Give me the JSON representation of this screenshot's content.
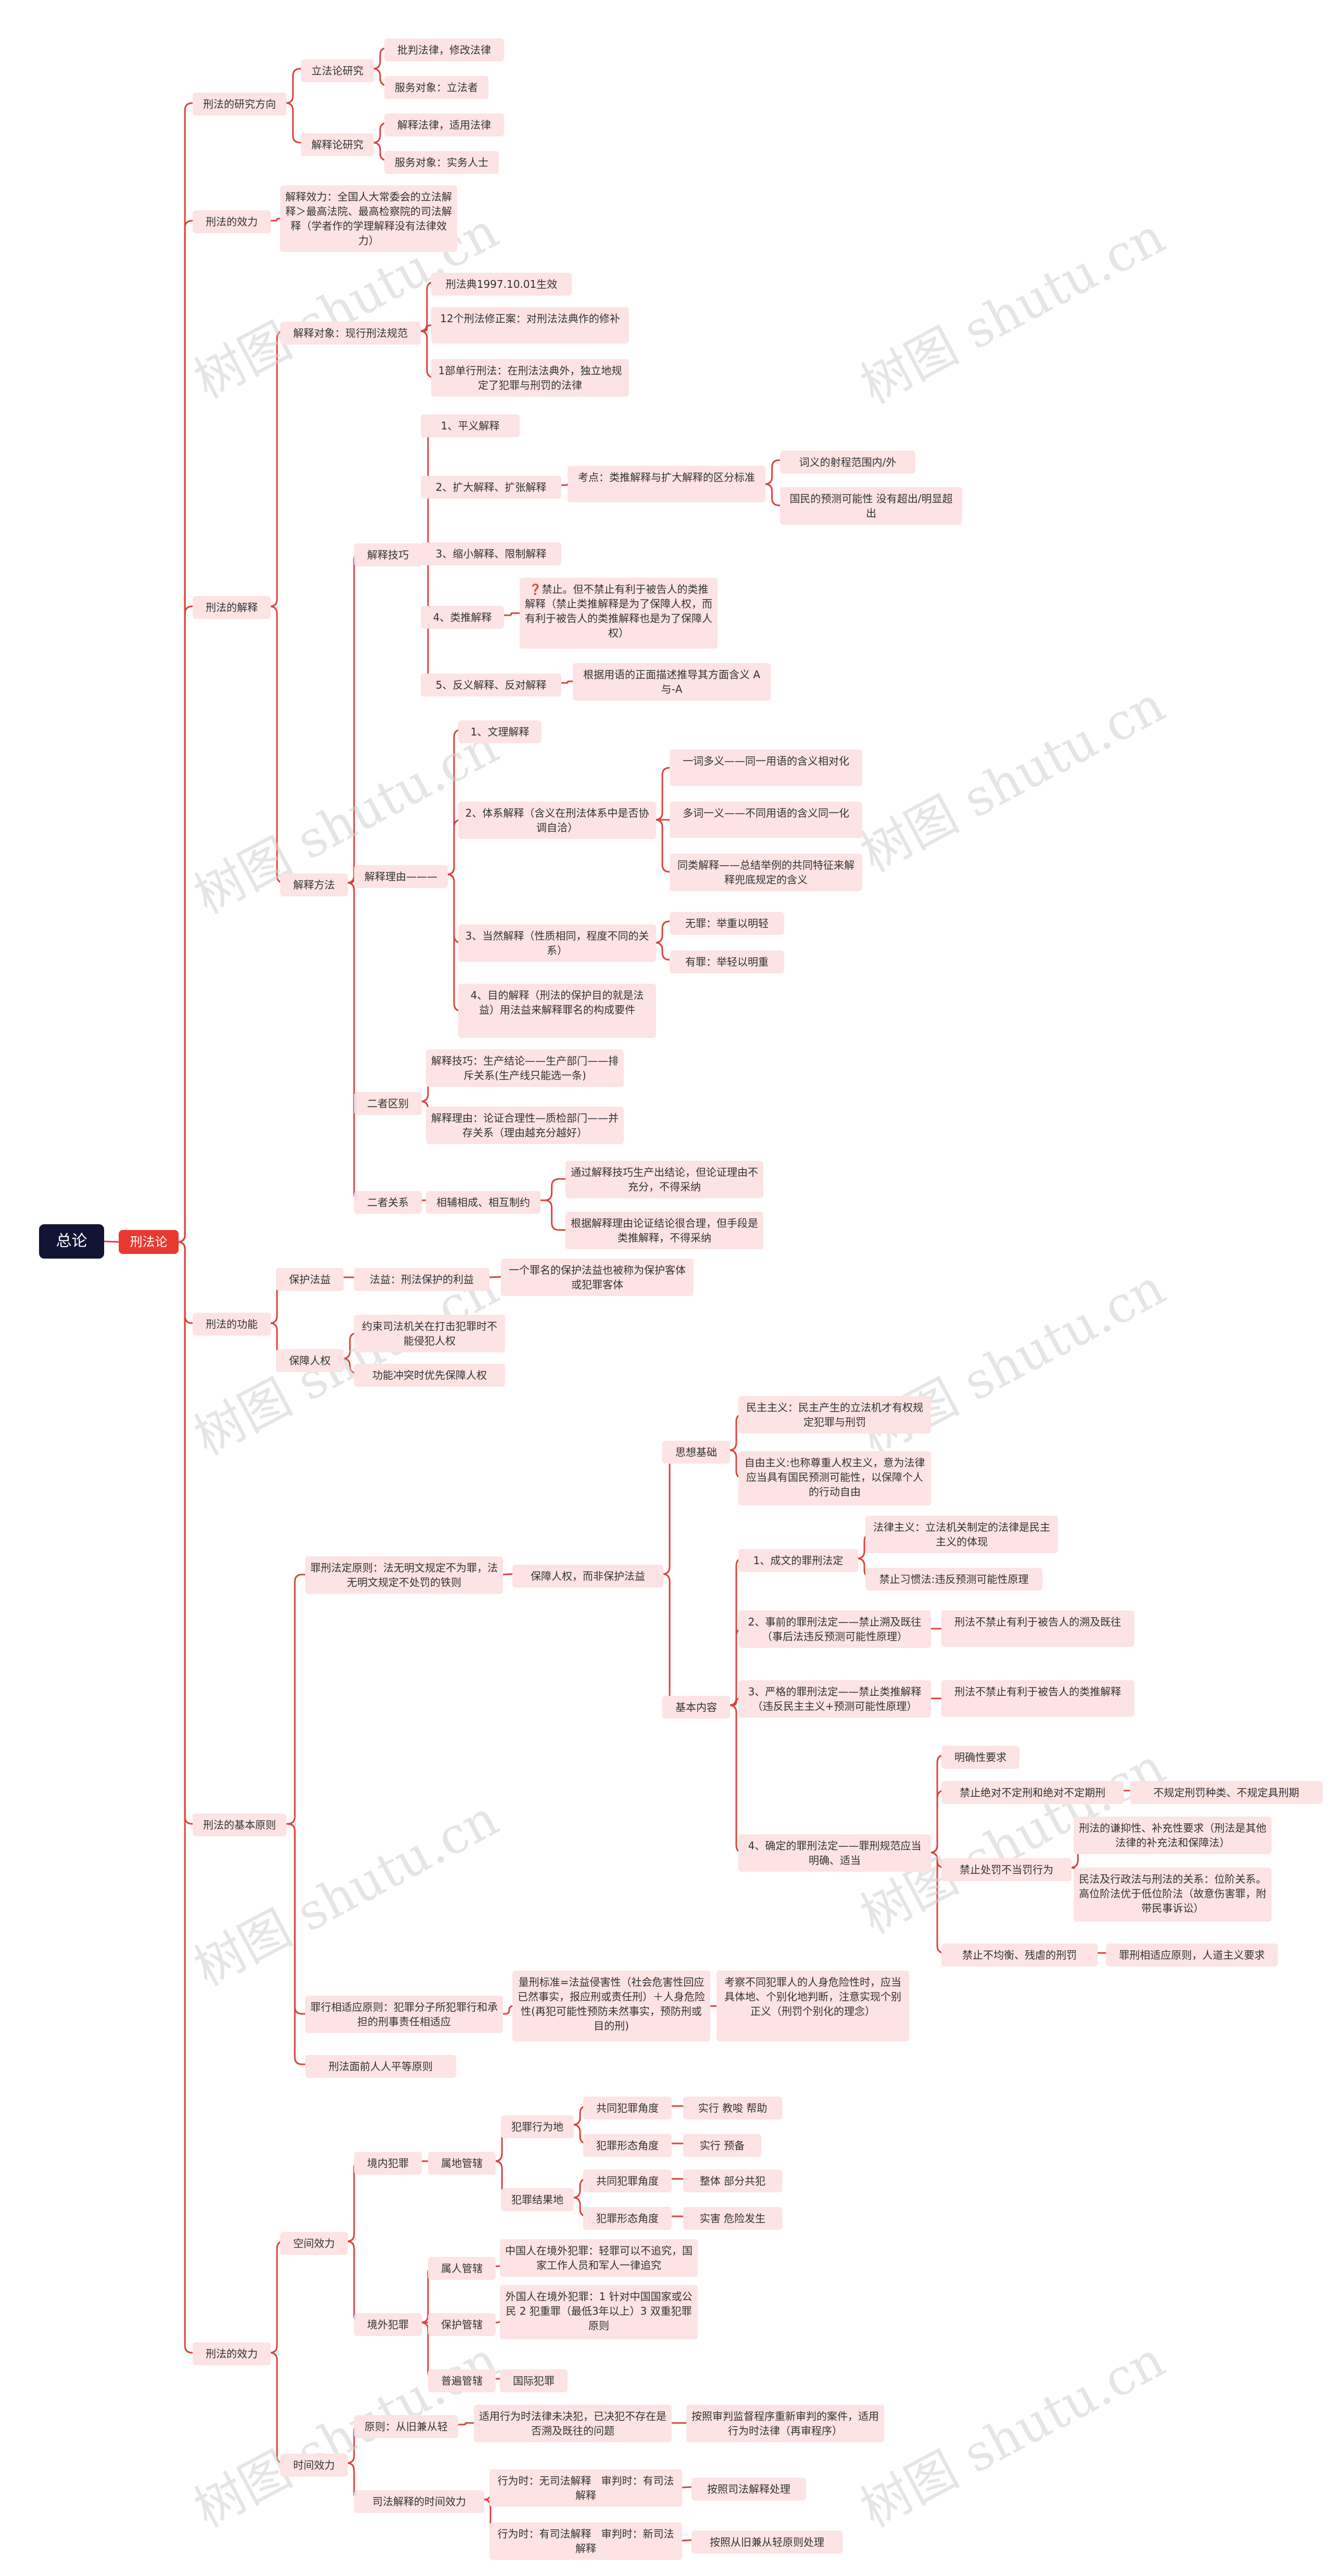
{
  "root": {
    "id": "n0",
    "label": "总论"
  },
  "main": {
    "id": "n1",
    "label": "刑法论"
  },
  "watermark": "树图 shutu.cn",
  "colors": {
    "line": "#e0403a",
    "box": "#fde3e3",
    "root": "#121433",
    "main": "#e8392f"
  },
  "nodes": [
    {
      "id": "s1",
      "parent": "n1",
      "label": "刑法的研究方向"
    },
    {
      "id": "s1a",
      "parent": "s1",
      "label": "立法论研究"
    },
    {
      "id": "s1a1",
      "parent": "s1a",
      "label": "批判法律，修改法律"
    },
    {
      "id": "s1a2",
      "parent": "s1a",
      "label": "服务对象：立法者"
    },
    {
      "id": "s1b",
      "parent": "s1",
      "label": "解释论研究"
    },
    {
      "id": "s1b1",
      "parent": "s1b",
      "label": "解释法律，适用法律"
    },
    {
      "id": "s1b2",
      "parent": "s1b",
      "label": "服务对象：实务人士"
    },
    {
      "id": "s2",
      "parent": "n1",
      "label": "刑法的效力"
    },
    {
      "id": "s2a",
      "parent": "s2",
      "label": "解释效力：全国人大常委会的立法解释＞最高法院、最高检察院的司法解释（学者作的学理解释没有法律效力）"
    },
    {
      "id": "s3",
      "parent": "n1",
      "label": "刑法的解释"
    },
    {
      "id": "s3a",
      "parent": "s3",
      "label": "解释对象：现行刑法规范"
    },
    {
      "id": "s3a1",
      "parent": "s3a",
      "label": "刑法典1997.10.01生效"
    },
    {
      "id": "s3a2",
      "parent": "s3a",
      "label": "12个刑法修正案：对刑法法典作的修补"
    },
    {
      "id": "s3a3",
      "parent": "s3a",
      "label": "1部单行刑法：在刑法法典外，独立地规定了犯罪与刑罚的法律"
    },
    {
      "id": "s3b",
      "parent": "s3",
      "label": "解释方法"
    },
    {
      "id": "s3b1",
      "parent": "s3b",
      "label": "解释技巧"
    },
    {
      "id": "t1",
      "parent": "s3b1",
      "label": "1、平义解释"
    },
    {
      "id": "t2",
      "parent": "s3b1",
      "label": "2、扩大解释、扩张解释"
    },
    {
      "id": "t2a",
      "parent": "t2",
      "label": "考点：类推解释与扩大解释的区分标准"
    },
    {
      "id": "t2a1",
      "parent": "t2a",
      "label": "词义的射程范围内/外"
    },
    {
      "id": "t2a2",
      "parent": "t2a",
      "label": "国民的预测可能性 没有超出/明显超出"
    },
    {
      "id": "t3",
      "parent": "s3b1",
      "label": "3、缩小解释、限制解释"
    },
    {
      "id": "t4",
      "parent": "s3b1",
      "label": "4、类推解释"
    },
    {
      "id": "t4a",
      "parent": "t4",
      "label": "❓禁止。但不禁止有利于被告人的类推解释（禁止类推解释是为了保障人权，而有利于被告人的类推解释也是为了保障人权）"
    },
    {
      "id": "t5",
      "parent": "s3b1",
      "label": "5、反义解释、反对解释"
    },
    {
      "id": "t5a",
      "parent": "t5",
      "label": "根据用语的正面描述推导其方面含义 A与-A"
    },
    {
      "id": "s3b2",
      "parent": "s3b",
      "label": "解释理由———"
    },
    {
      "id": "u1",
      "parent": "s3b2",
      "label": "1、文理解释"
    },
    {
      "id": "u2",
      "parent": "s3b2",
      "label": "2、体系解释（含义在刑法体系中是否协调自洽）"
    },
    {
      "id": "u2a",
      "parent": "u2",
      "label": "一词多义——同一用语的含义相对化"
    },
    {
      "id": "u2b",
      "parent": "u2",
      "label": "多词一义——不同用语的含义同一化"
    },
    {
      "id": "u2c",
      "parent": "u2",
      "label": "同类解释——总结举例的共同特征来解释兜底规定的含义"
    },
    {
      "id": "u3",
      "parent": "s3b2",
      "label": "3、当然解释（性质相同，程度不同的关系）"
    },
    {
      "id": "u3a",
      "parent": "u3",
      "label": "无罪：举重以明轻"
    },
    {
      "id": "u3b",
      "parent": "u3",
      "label": "有罪：举轻以明重"
    },
    {
      "id": "u4",
      "parent": "s3b2",
      "label": "4、目的解释（刑法的保护目的就是法益）用法益来解释罪名的构成要件"
    },
    {
      "id": "s3b3",
      "parent": "s3b",
      "label": "二者区别"
    },
    {
      "id": "v1",
      "parent": "s3b3",
      "label": "解释技巧：生产结论——生产部门——排斥关系(生产线只能选一条)"
    },
    {
      "id": "v2",
      "parent": "s3b3",
      "label": "解释理由：论证合理性—质检部门——并存关系（理由越充分越好）"
    },
    {
      "id": "s3b4",
      "parent": "s3b",
      "label": "二者关系"
    },
    {
      "id": "w1",
      "parent": "s3b4",
      "label": "相辅相成、相互制约"
    },
    {
      "id": "w1a",
      "parent": "w1",
      "label": "通过解释技巧生产出结论，但论证理由不充分，不得采纳"
    },
    {
      "id": "w1b",
      "parent": "w1",
      "label": "根据解释理由论证结论很合理，但手段是类推解释，不得采纳"
    },
    {
      "id": "s4",
      "parent": "n1",
      "label": "刑法的功能"
    },
    {
      "id": "s4a",
      "parent": "s4",
      "label": "保护法益"
    },
    {
      "id": "s4a1",
      "parent": "s4a",
      "label": "法益：刑法保护的利益"
    },
    {
      "id": "s4a1a",
      "parent": "s4a1",
      "label": "一个罪名的保护法益也被称为保护客体或犯罪客体"
    },
    {
      "id": "s4b",
      "parent": "s4",
      "label": "保障人权"
    },
    {
      "id": "s4b1",
      "parent": "s4b",
      "label": "约束司法机关在打击犯罪时不能侵犯人权"
    },
    {
      "id": "s4b2",
      "parent": "s4b",
      "label": "功能冲突时优先保障人权"
    },
    {
      "id": "s5",
      "parent": "n1",
      "label": "刑法的基本原则"
    },
    {
      "id": "s5a",
      "parent": "s5",
      "label": "罪刑法定原则：法无明文规定不为罪，法无明文规定不处罚的铁则"
    },
    {
      "id": "s5a1",
      "parent": "s5a",
      "label": "保障人权，而非保护法益"
    },
    {
      "id": "x1",
      "parent": "s5a1",
      "label": "思想基础"
    },
    {
      "id": "x1a",
      "parent": "x1",
      "label": "民主主义：民主产生的立法机才有权规定犯罪与刑罚"
    },
    {
      "id": "x1b",
      "parent": "x1",
      "label": "自由主义:也称尊重人权主义，意为法律应当具有国民预测可能性，以保障个人的行动自由"
    },
    {
      "id": "x2",
      "parent": "s5a1",
      "label": "基本内容"
    },
    {
      "id": "y1",
      "parent": "x2",
      "label": "1、成文的罪刑法定"
    },
    {
      "id": "y1a",
      "parent": "y1",
      "label": "法律主义：立法机关制定的法律是民主主义的体现"
    },
    {
      "id": "y1b",
      "parent": "y1",
      "label": "禁止习惯法:违反预测可能性原理"
    },
    {
      "id": "y2",
      "parent": "x2",
      "label": "2、事前的罪刑法定——禁止溯及既往（事后法违反预测可能性原理）"
    },
    {
      "id": "y2a",
      "parent": "y2",
      "label": "刑法不禁止有利于被告人的溯及既往"
    },
    {
      "id": "y3",
      "parent": "x2",
      "label": "3、严格的罪刑法定——禁止类推解释（违反民主主义+预测可能性原理）"
    },
    {
      "id": "y3a",
      "parent": "y3",
      "label": "刑法不禁止有利于被告人的类推解释"
    },
    {
      "id": "y4",
      "parent": "x2",
      "label": "4、确定的罪刑法定——罪刑规范应当明确、适当"
    },
    {
      "id": "z1",
      "parent": "y4",
      "label": "明确性要求"
    },
    {
      "id": "z2",
      "parent": "y4",
      "label": "禁止绝对不定刑和绝对不定期刑"
    },
    {
      "id": "z2a",
      "parent": "z2",
      "label": "不规定刑罚种类、不规定具刑期"
    },
    {
      "id": "z3",
      "parent": "y4",
      "label": "禁止处罚不当罚行为"
    },
    {
      "id": "z3a",
      "parent": "z3",
      "label": "刑法的谦抑性、补充性要求（刑法是其他法律的补充法和保障法）"
    },
    {
      "id": "z3b",
      "parent": "z3",
      "label": "民法及行政法与刑法的关系：位阶关系。高位阶法优于低位阶法（故意伤害罪，附带民事诉讼）"
    },
    {
      "id": "z4",
      "parent": "y4",
      "label": "禁止不均衡、残虐的刑罚"
    },
    {
      "id": "z4a",
      "parent": "z4",
      "label": "罪刑相适应原则，人道主义要求"
    },
    {
      "id": "s5b",
      "parent": "s5",
      "label": "罪行相适应原则：犯罪分子所犯罪行和承担的刑事责任相适应"
    },
    {
      "id": "s5b1",
      "parent": "s5b",
      "label": "量刑标准=法益侵害性（社会危害性回应已然事实，报应刑或责任刑）＋人身危险性(再犯可能性预防未然事实，预防刑或目的刑)"
    },
    {
      "id": "s5b1a",
      "parent": "s5b1",
      "label": "考察不同犯罪人的人身危险性时，应当具体地、个别化地判断，注意实现个别正义（刑罚个别化的理念）"
    },
    {
      "id": "s5c",
      "parent": "s5",
      "label": "刑法面前人人平等原则"
    },
    {
      "id": "s6",
      "parent": "n1",
      "label": "刑法的效力"
    },
    {
      "id": "s6a",
      "parent": "s6",
      "label": "空间效力"
    },
    {
      "id": "s6a1",
      "parent": "s6a",
      "label": "境内犯罪"
    },
    {
      "id": "p1",
      "parent": "s6a1",
      "label": "属地管辖"
    },
    {
      "id": "p1a",
      "parent": "p1",
      "label": "犯罪行为地"
    },
    {
      "id": "p1a1",
      "parent": "p1a",
      "label": "共同犯罪角度"
    },
    {
      "id": "p1a1a",
      "parent": "p1a1",
      "label": "实行 教唆 帮助"
    },
    {
      "id": "p1a2",
      "parent": "p1a",
      "label": "犯罪形态角度"
    },
    {
      "id": "p1a2a",
      "parent": "p1a2",
      "label": "实行 预备"
    },
    {
      "id": "p1b",
      "parent": "p1",
      "label": "犯罪结果地"
    },
    {
      "id": "p1b1",
      "parent": "p1b",
      "label": "共同犯罪角度"
    },
    {
      "id": "p1b1a",
      "parent": "p1b1",
      "label": "整体 部分共犯"
    },
    {
      "id": "p1b2",
      "parent": "p1b",
      "label": "犯罪形态角度"
    },
    {
      "id": "p1b2a",
      "parent": "p1b2",
      "label": "实害 危险发生"
    },
    {
      "id": "s6a2",
      "parent": "s6a",
      "label": "境外犯罪"
    },
    {
      "id": "q1",
      "parent": "s6a2",
      "label": "属人管辖"
    },
    {
      "id": "q1a",
      "parent": "q1",
      "label": "中国人在境外犯罪：轻罪可以不追究，国家工作人员和军人一律追究"
    },
    {
      "id": "q2",
      "parent": "s6a2",
      "label": "保护管辖"
    },
    {
      "id": "q2a",
      "parent": "q2",
      "label": "外国人在境外犯罪：1 针对中国国家或公民 2 犯重罪（最低3年以上）3 双重犯罪原则"
    },
    {
      "id": "q3",
      "parent": "s6a2",
      "label": "普遍管辖"
    },
    {
      "id": "q3a",
      "parent": "q3",
      "label": "国际犯罪"
    },
    {
      "id": "s6b",
      "parent": "s6",
      "label": "时间效力"
    },
    {
      "id": "r1",
      "parent": "s6b",
      "label": "原则：从旧兼从轻"
    },
    {
      "id": "r1a",
      "parent": "r1",
      "label": "适用行为时法律未决犯，已决犯不存在是否溯及既往的问题"
    },
    {
      "id": "r1a1",
      "parent": "r1a",
      "label": "按照审判监督程序重新审判的案件，适用行为时法律（再审程序）"
    },
    {
      "id": "r2",
      "parent": "s6b",
      "label": "司法解释的时间效力"
    },
    {
      "id": "r2a",
      "parent": "r2",
      "label": "行为时：无司法解释   审判时：有司法解释"
    },
    {
      "id": "r2a1",
      "parent": "r2a",
      "label": "按照司法解释处理"
    },
    {
      "id": "r2b",
      "parent": "r2",
      "label": "行为时：有司法解释   审判时：新司法解释"
    },
    {
      "id": "r2b1",
      "parent": "r2b",
      "label": "按照从旧兼从轻原则处理"
    }
  ]
}
